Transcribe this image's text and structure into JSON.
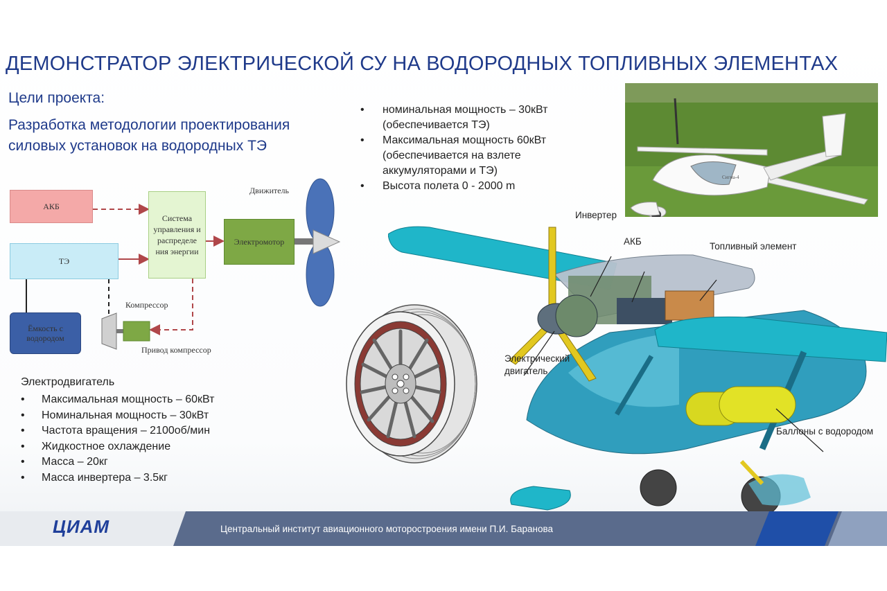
{
  "title": "ДЕМОНСТРАТОР ЭЛЕКТРИЧЕСКОЙ СУ НА ВОДОРОДНЫХ ТОПЛИВНЫХ ЭЛЕМЕНТАХ",
  "goals": {
    "heading": "Цели проекта:",
    "text": "Разработка методологии проектирования силовых установок на водородных ТЭ"
  },
  "specs": [
    "номинальная мощность – 30кВт (обеспечивается ТЭ)",
    "Максимальная мощность 60кВт (обеспечивается на взлете аккумуляторами и ТЭ)",
    "Высота полета 0 - 2000 m"
  ],
  "diagram": {
    "akb": "АКБ",
    "te": "ТЭ",
    "tank": "Ёмкость с водородом",
    "control": "Система управления и распределе ния энергии",
    "motor": "Электромотор",
    "propulsor": "Движитель",
    "compressor": "Компрессор",
    "compressor_drive": "Привод компрессор"
  },
  "motor": {
    "heading": "Электродвигатель",
    "items": [
      "Максимальная мощность – 60кВт",
      "Номинальная мощность – 30кВт",
      "Частота вращения – 2100об/мин",
      "Жидкостное охлаждение",
      "Масса – 20кг",
      "Масса инвертера – 3.5кг"
    ]
  },
  "callouts": {
    "inverter": "Инвертер",
    "akb": "АКБ",
    "fuel_cell": "Топливный элемент",
    "electric_motor_line1": "Электрический",
    "electric_motor_line2": "двигатель",
    "hydrogen_tanks": "Баллоны с водородом"
  },
  "photo": {
    "aircraft_marking": "Сигма-4"
  },
  "footer": {
    "logo": "ЦИАМ",
    "text": "Центральный институт авиационного моторостроения имени П.И. Баранова"
  },
  "colors": {
    "title": "#1f3a8a",
    "akb_fill": "#f4a9a8",
    "te_fill": "#c9ecf7",
    "tank_fill": "#3b5fa6",
    "control_fill": "#e4f5d2",
    "motor_fill": "#7ea845",
    "propeller": "#4a72b8",
    "footer": "#5a6b8c"
  }
}
